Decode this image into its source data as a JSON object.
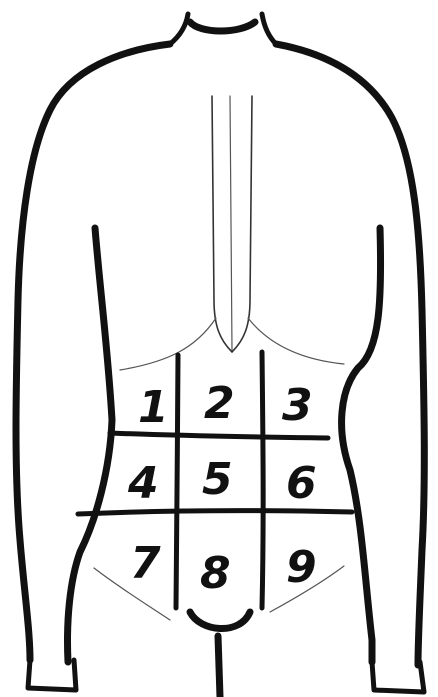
{
  "diagram": {
    "regions": [
      {
        "id": 1,
        "label": "1"
      },
      {
        "id": 2,
        "label": "2"
      },
      {
        "id": 3,
        "label": "3"
      },
      {
        "id": 4,
        "label": "4"
      },
      {
        "id": 5,
        "label": "5"
      },
      {
        "id": 6,
        "label": "6"
      },
      {
        "id": 7,
        "label": "7"
      },
      {
        "id": 8,
        "label": "8"
      },
      {
        "id": 9,
        "label": "9"
      }
    ],
    "colors": {
      "ink": "#111111",
      "paper": "#ffffff"
    }
  }
}
